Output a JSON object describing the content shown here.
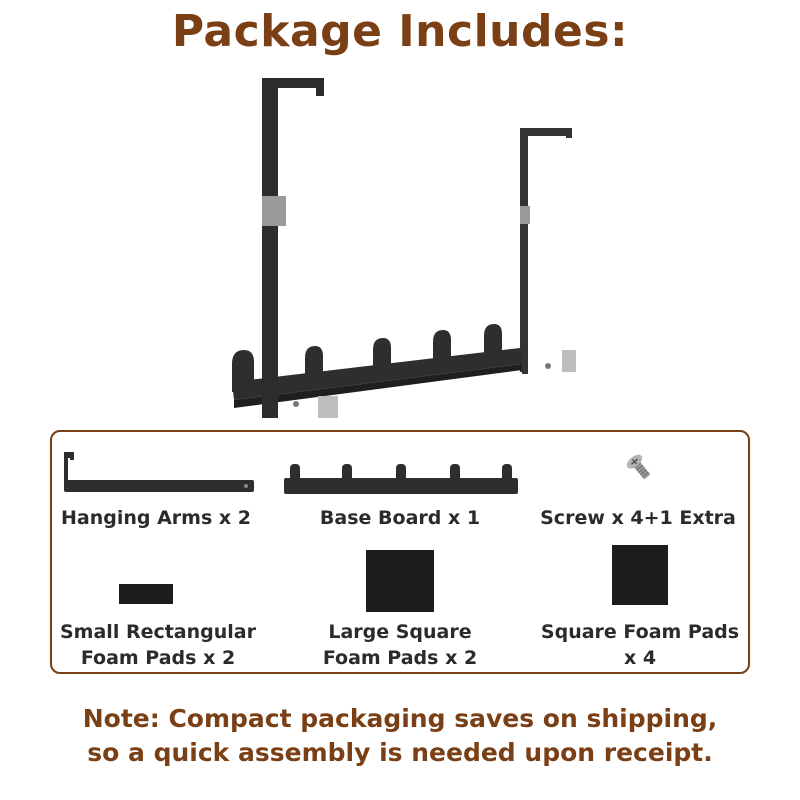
{
  "title": "Package Includes:",
  "items": [
    {
      "label": "Hanging Arms x 2",
      "icon": "hanging-arm-icon"
    },
    {
      "label": "Base Board x 1",
      "icon": "base-board-icon"
    },
    {
      "label": "Screw x 4+1 Extra",
      "icon": "screw-icon"
    },
    {
      "label_line1": "Small Rectangular",
      "label_line2": "Foam Pads x 2",
      "icon": "small-foam-pad-icon"
    },
    {
      "label_line1": "Large Square",
      "label_line2": "Foam Pads x 2",
      "icon": "large-square-foam-pad-icon"
    },
    {
      "label_line1": "Square Foam Pads",
      "label_line2": "x 4",
      "icon": "square-foam-pad-icon"
    }
  ],
  "note": {
    "line1": "Note: Compact packaging saves on shipping,",
    "line2": "so a quick assembly is needed upon receipt."
  },
  "colors": {
    "accent": "#7a3f15",
    "label_text": "#2b2b2b",
    "product": "#2e2e2e",
    "foam": "#1c1c1c"
  }
}
